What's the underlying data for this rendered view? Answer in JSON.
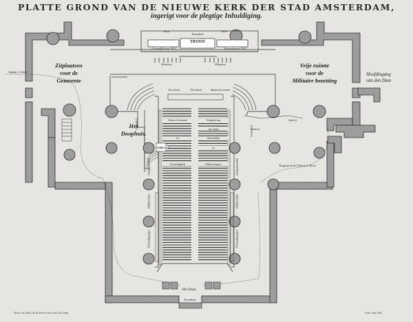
{
  "title": "PLATTE GROND VAN DE NIEUWE KERK DER STAD AMSTERDAM,",
  "subtitle": "ingerigt voor de plegtige Inhuldiging.",
  "labels": {
    "zitplaatsen": [
      "Zitplaatsen",
      "voor de",
      "Gemeente"
    ],
    "vrije_ruimte": [
      "Vrije ruimte",
      "voor de",
      "Militaire bezetting"
    ],
    "doophuis": [
      "Het",
      "Doophuis."
    ],
    "hoofdingang": [
      "Hoofdingang",
      "van den Dam"
    ],
    "troon": "TROON",
    "kaarsbed": "Kaarsbed",
    "steur_left": "Steur",
    "steur_right": "Steur",
    "gevolmachtigden": "Grootofficieren 1812",
    "kamerheeren": "Kamerheeren 1812",
    "ministers_left": "Ministers",
    "ministers_right": "Ministers",
    "secretaris": "Secretaris",
    "president": "President",
    "staats_secretaris": "Staats Secretaris",
    "staten_generaal": "Staten Generaal",
    "vergadering": "Vergadering",
    "der_stad": "der Stad",
    "en_left": "en",
    "en_right": "en",
    "amsterdam": "Amsterdam",
    "genoodigden": "Genoodigden",
    "volksvertegen": "Volksvertegen.",
    "gaanderij_left": "Gaanderij",
    "gaanderij_right": "Gaanderij",
    "galerij": "Galerij",
    "galerij2": "Galerij",
    "ingang_left": "Ingang / Comité",
    "toegang": "Toegang tot de Galerij en Toren",
    "het_orgel": "Het Orgel.",
    "torendeur": "Torendeur",
    "klok": "Klok",
    "predikstoel": "Predik stoel",
    "stand_left1": "Ridderorden",
    "stand_left2": "Uitnoodigingen",
    "stand_left3": "Gedeputeerden",
    "stand_right1": "Ridderorden",
    "stand_right2": "Uitnoodigingen",
    "stand_right3": "Gedeputeerden"
  },
  "credits": {
    "left": "Teek.r en Lith.y by de Erven van Liere & Comp.",
    "right": "Lith.r van Lith."
  },
  "colors": {
    "wall": "#9e9e9e",
    "ink": "#2a2a2a",
    "paper": "#e6e5e1"
  }
}
